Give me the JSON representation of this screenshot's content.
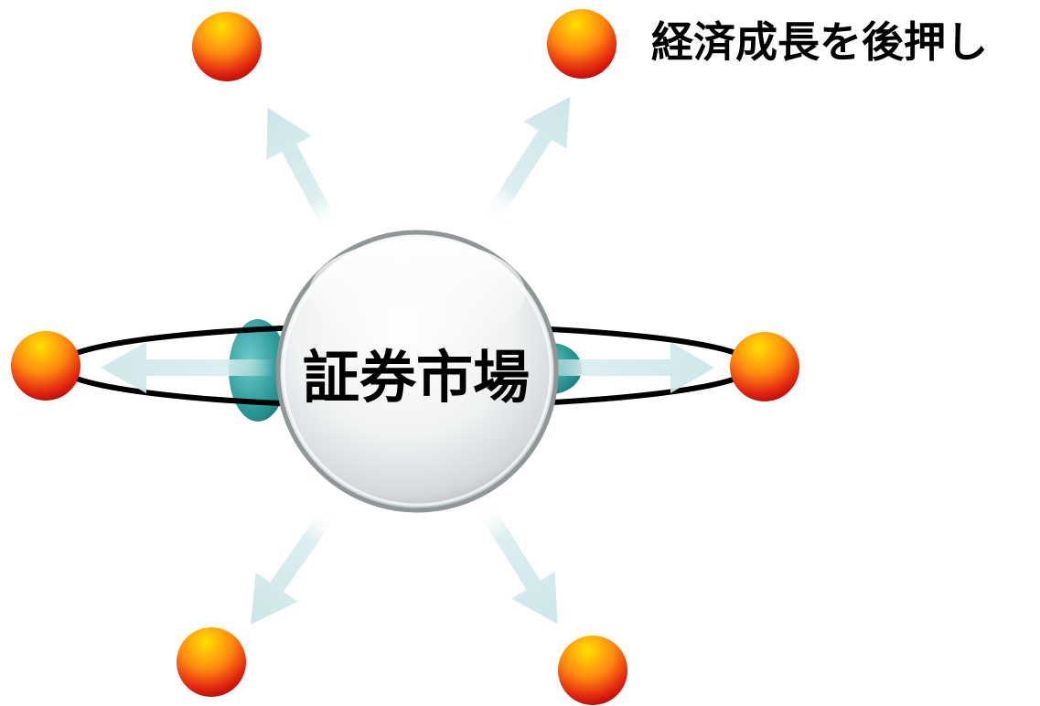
{
  "center": {
    "label": "証券市場"
  },
  "headline": "経済成長を後押し",
  "colors": {
    "arrow": "#cfe7ea",
    "node_top": "#ffe000",
    "node_mid": "#ff7a10",
    "node_bottom": "#c01010",
    "ring": "#000000",
    "disc": "#2e9a9a",
    "sphere_edge": "#8e9698"
  },
  "nodes": [
    {
      "name": "node-top-left"
    },
    {
      "name": "node-top-right"
    },
    {
      "name": "node-left"
    },
    {
      "name": "node-right"
    },
    {
      "name": "node-bottom-left"
    },
    {
      "name": "node-bottom-right"
    }
  ]
}
